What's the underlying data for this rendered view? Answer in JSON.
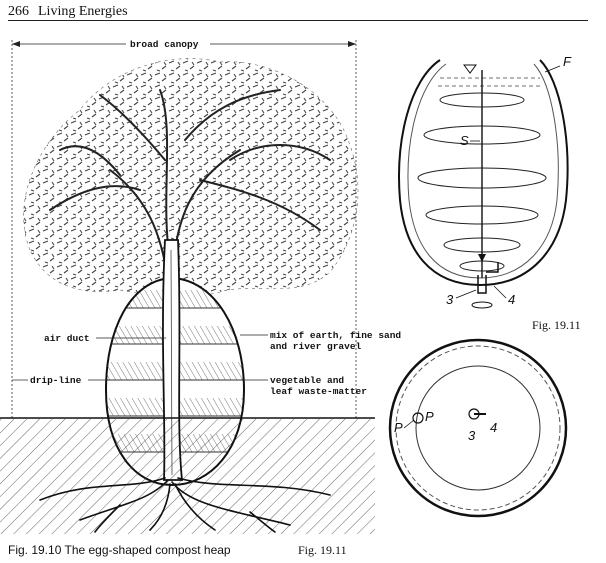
{
  "header": {
    "page_number": "266",
    "running_title": "Living Energies"
  },
  "fig_19_10": {
    "labels": {
      "canopy": "broad canopy",
      "air_duct": "air duct",
      "mix_line1": "mix of earth, fine sand",
      "mix_line2": "and river gravel",
      "drip_line": "drip-line",
      "veg_line1": "vegetable and",
      "veg_line2": "leaf waste-matter"
    },
    "caption": "Fig. 19.10   The egg-shaped compost heap"
  },
  "fig_19_11": {
    "labels": {
      "f": "F",
      "s": "S",
      "n3_top": "3",
      "n4_top": "4",
      "p_left": "P",
      "p_right": "P",
      "n3_bottom": "3",
      "n4_bottom": "4"
    },
    "caption_right": "Fig. 19.11",
    "caption_bottom": "Fig. 19.11"
  }
}
